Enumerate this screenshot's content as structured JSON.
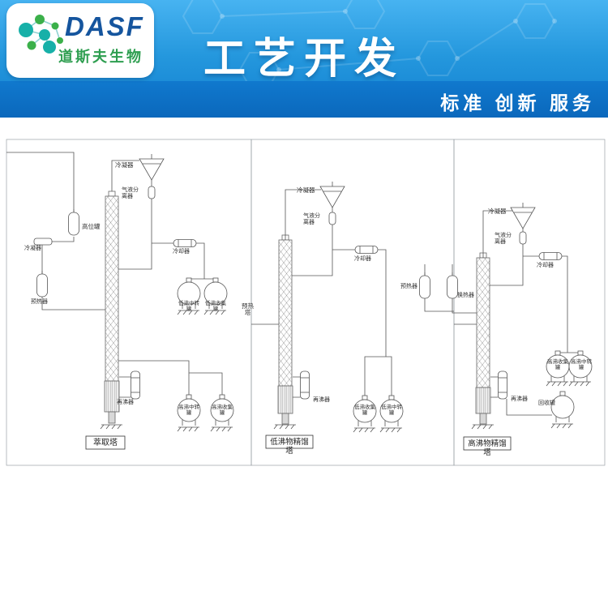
{
  "header": {
    "logo": {
      "brand": "DASF",
      "company": "道斯夫生物"
    },
    "title": "工艺开发",
    "tagline": "标准 创新 服务"
  },
  "colors": {
    "banner_blue": "#2d9fe2",
    "strip_blue": "#0c6ec4",
    "logo_text_blue": "#15559e",
    "logo_green": "#2e9e50",
    "molecule_teal": "#17b0a8",
    "diagram_line": "#555555"
  },
  "diagram": {
    "sections": [
      {
        "label": "萃取塔"
      },
      {
        "label": "低沸物精馏塔"
      },
      {
        "label": "高沸物精馏塔"
      }
    ],
    "labels": [
      {
        "text": "冷凝器"
      },
      {
        "text": "气液分离器"
      },
      {
        "text": "高位罐"
      },
      {
        "text": "冷凝器"
      },
      {
        "text": "预热器"
      },
      {
        "text": "冷却器"
      },
      {
        "text": "低沸中转罐"
      },
      {
        "text": "低沸收集罐"
      },
      {
        "text": "再沸器"
      },
      {
        "text": "高沸中转罐"
      },
      {
        "text": "高沸收集罐"
      },
      {
        "text": "预热塔"
      },
      {
        "text": "冷凝器"
      },
      {
        "text": "气液分离器"
      },
      {
        "text": "冷却器"
      },
      {
        "text": "预热器"
      },
      {
        "text": "再沸器"
      },
      {
        "text": "低沸收集罐"
      },
      {
        "text": "低沸中转罐"
      },
      {
        "text": "冷凝器"
      },
      {
        "text": "气液分离器"
      },
      {
        "text": "冷却器"
      },
      {
        "text": "换热器"
      },
      {
        "text": "高沸收集罐"
      },
      {
        "text": "高沸中转罐"
      },
      {
        "text": "再沸器"
      },
      {
        "text": "回收罐"
      }
    ]
  }
}
